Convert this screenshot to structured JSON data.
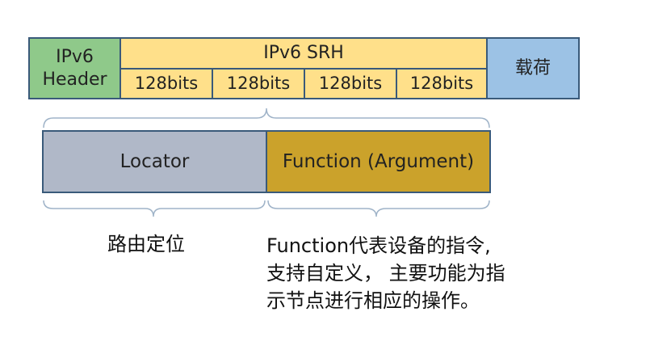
{
  "packet": {
    "ipv6_header": {
      "line1": "IPv6",
      "line2": "Header"
    },
    "srh": {
      "title": "IPv6 SRH",
      "segments": [
        "128bits",
        "128bits",
        "128bits",
        "128bits"
      ]
    },
    "payload": "载荷"
  },
  "sid": {
    "locator": "Locator",
    "function": "Function (Argument)"
  },
  "captions": {
    "locator": "路由定位",
    "function_lines": [
      "Function代表设备的指令,",
      "支持自定义， 主要功能为指",
      "示节点进行相应的操作。"
    ]
  },
  "colors": {
    "ipv6_header": "#8fc98a",
    "srh": "#ffe08a",
    "payload": "#9cc2e5",
    "locator": "#b0b8c8",
    "function": "#cba22b",
    "border": "#3a5a7a",
    "bracket": "#9fb3c8"
  }
}
